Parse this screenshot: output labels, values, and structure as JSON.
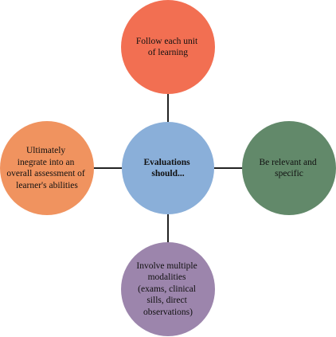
{
  "diagram": {
    "center": {
      "lines": [
        "Evaluations",
        "should..."
      ],
      "color": "#8aafd9"
    },
    "top": {
      "lines": [
        "Follow each unit",
        "of learning"
      ],
      "color": "#f26f52"
    },
    "right": {
      "lines": [
        "Be relevant and",
        "specific"
      ],
      "color": "#62896a"
    },
    "bottom": {
      "lines": [
        "Involve multiple",
        "modalities",
        "(exams, clinical",
        "sills, direct",
        "observations)"
      ],
      "color": "#9c85ac"
    },
    "left": {
      "lines": [
        "Ultimately",
        "inegrate into an",
        "overall assessment of",
        "learner's abilities"
      ],
      "color": "#f0935f"
    },
    "connector_color": "#222222"
  }
}
